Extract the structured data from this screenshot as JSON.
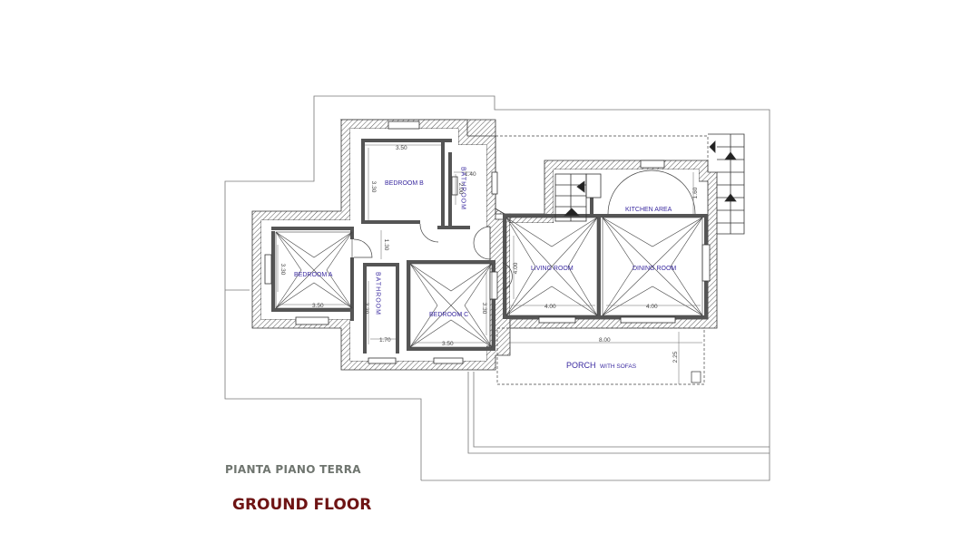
{
  "titles": {
    "italian": "PIANTA PIANO TERRA",
    "english": "GROUND FLOOR"
  },
  "rooms": {
    "bedroom_a": "BEDROOM A",
    "bedroom_b": "BEDROOM B",
    "bedroom_c": "BEDROOM C",
    "bathroom_1": "BATHROOM",
    "bathroom_2": "BATHROOM",
    "living_room": "LIVING ROOM",
    "dining_room": "DINING ROOM",
    "kitchen_area": "KITCHEN AREA",
    "porch": "PORCH",
    "porch_note": "WITH SOFAS"
  },
  "dimensions": {
    "bedroom_b_width": "3.50",
    "bedroom_b_height": "3.30",
    "bathroom_1_width": "1.40",
    "bathroom_1_height": "2.00",
    "bedroom_a_height": "3.30",
    "bedroom_a_width": "3.50",
    "corridor": "1.30",
    "bathroom_2_height": "3.30",
    "bathroom_2_width": "1.70",
    "bedroom_c_width": "3.50",
    "bedroom_c_height": "3.30",
    "living_height": "4.00",
    "living_width": "4.00",
    "dining_width": "4.00",
    "kitchen_depth": "1.60",
    "porch_width": "8.00",
    "porch_depth": "2.25"
  },
  "colors": {
    "wall": "#555555",
    "label": "#3a2aa0",
    "title_en": "#6e1414",
    "title_it": "#6f756f"
  }
}
